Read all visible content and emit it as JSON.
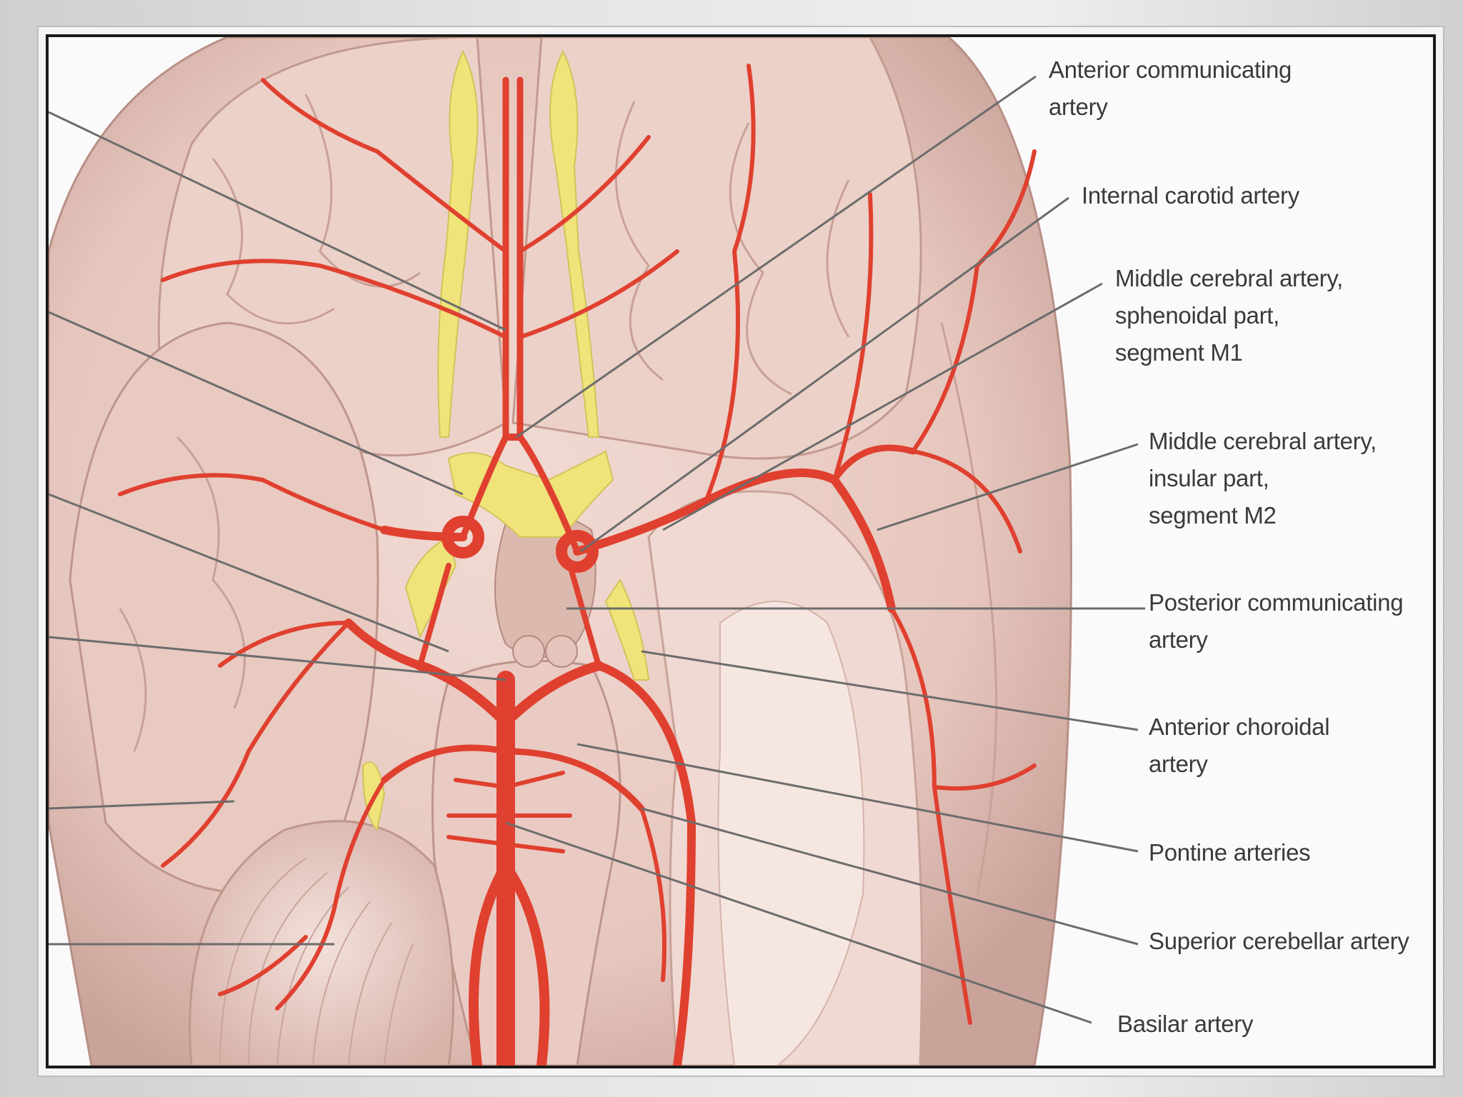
{
  "labels": {
    "acom": "Anterior communicating\nartery",
    "ica": "Internal carotid artery",
    "mca_m1": "Middle cerebral artery,\nsphenoidal part,\nsegment M1",
    "mca_m2": "Middle cerebral artery,\ninsular part,\nsegment M2",
    "pcom": "Posterior communicating\nartery",
    "achor": "Anterior choroidal\nartery",
    "pontine": "Pontine arteries",
    "sca": "Superior cerebellar artery",
    "basilar": "Basilar artery"
  },
  "colors": {
    "artery": "#e0402f",
    "brain": "#e9cdc5",
    "brain_shadow": "#c9a39a",
    "nerve": "#efe37a",
    "leader": "#6c6c6c",
    "frame": "#1a1a1a"
  }
}
